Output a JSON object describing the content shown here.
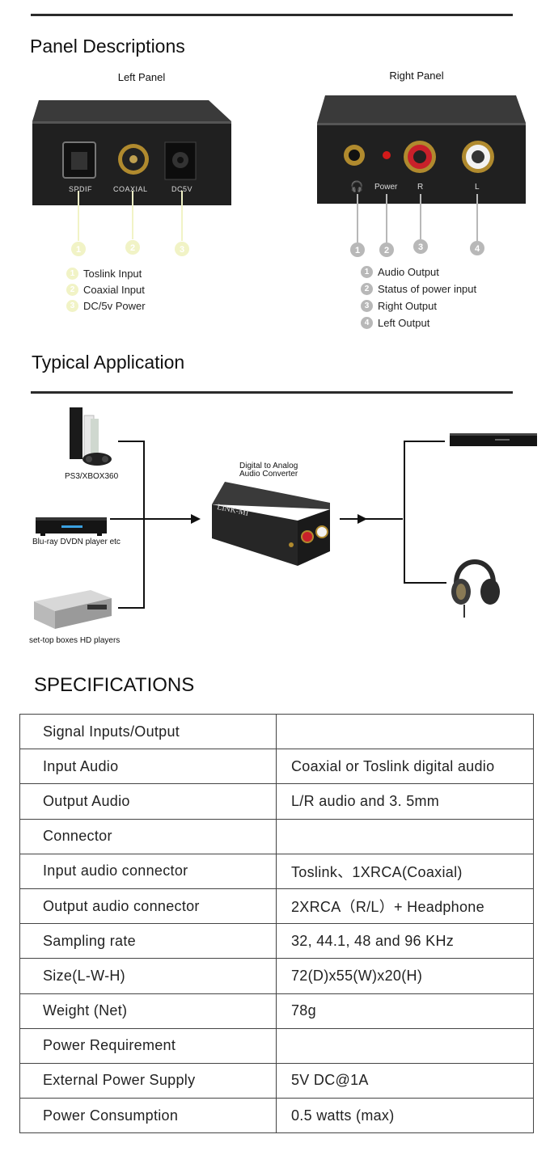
{
  "panel": {
    "title": "Panel Descriptions",
    "left_caption": "Left Panel",
    "right_caption": "Right Panel",
    "left_ports": [
      "SPDIF",
      "COAXIAL",
      "DC5V"
    ],
    "right_ports": [
      "Power",
      "R",
      "L"
    ],
    "left_legend": [
      {
        "num": "1",
        "text": "Toslink Input"
      },
      {
        "num": "2",
        "text": "Coaxial Input"
      },
      {
        "num": "3",
        "text": "DC/5v Power"
      }
    ],
    "right_legend": [
      {
        "num": "1",
        "text": "Audio Output"
      },
      {
        "num": "2",
        "text": "Status of power input"
      },
      {
        "num": "3",
        "text": "Right Output"
      },
      {
        "num": "4",
        "text": "Left Output"
      }
    ]
  },
  "application": {
    "title": "Typical Application",
    "sources": [
      "PS3/XBOX360",
      "Blu-ray DVDN player etc",
      "set-top boxes HD players"
    ],
    "converter_label_1": "Digital to Analog",
    "converter_label_2": "Audio Converter",
    "converter_brand": "LINK-MI"
  },
  "specs": {
    "title": "SPECIFICATIONS",
    "rows": [
      {
        "k": "Signal Inputs/Output",
        "v": ""
      },
      {
        "k": "Input Audio",
        "v": "Coaxial or Toslink digital audio"
      },
      {
        "k": "Output Audio",
        "v": "L/R audio  and  3. 5mm"
      },
      {
        "k": "Connector",
        "v": ""
      },
      {
        "k": "Input audio connector",
        "v": "Toslink、1XRCA(Coaxial)"
      },
      {
        "k": "Output audio connector",
        "v": "2XRCA（R/L）+ Headphone"
      },
      {
        "k": "Sampling rate",
        "v": "32, 44.1, 48 and 96 KHz"
      },
      {
        "k": "Size(L-W-H)",
        "v": "72(D)x55(W)x20(H)"
      },
      {
        "k": "Weight (Net)",
        "v": "78g"
      },
      {
        "k": "Power Requirement",
        "v": ""
      },
      {
        "k": "External Power Supply",
        "v": "5V DC@1A"
      },
      {
        "k": "Power Consumption",
        "v": "0.5 watts (max)"
      }
    ]
  }
}
